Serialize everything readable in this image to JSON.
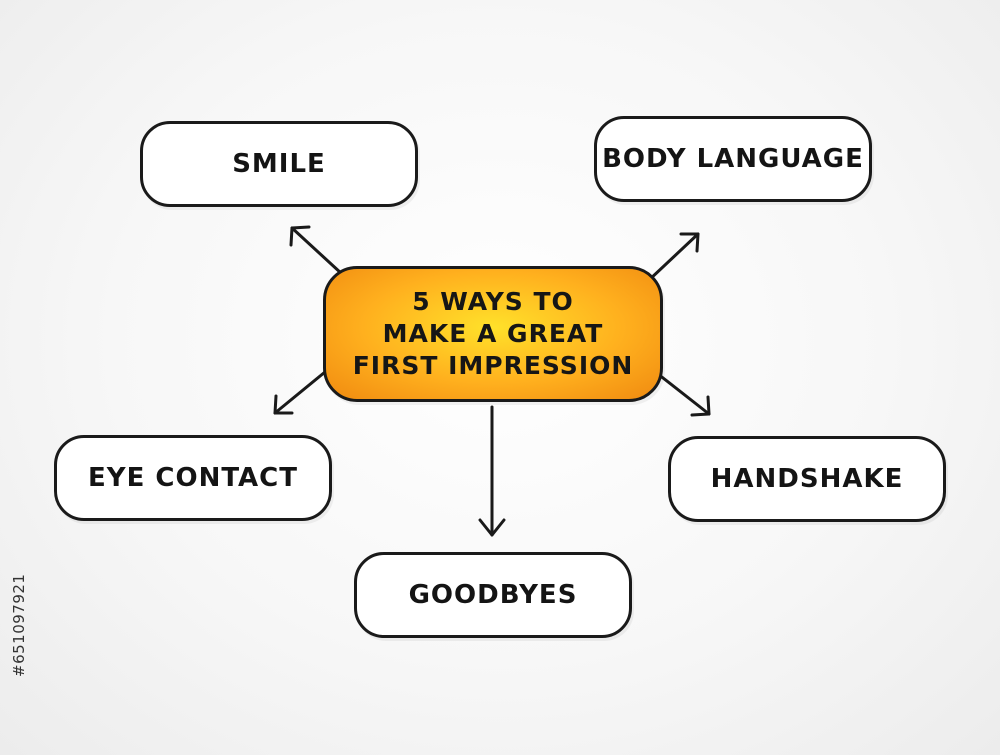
{
  "center": {
    "lines": [
      "5 WAYS TO",
      "MAKE A GREAT",
      "FIRST IMPRESSION"
    ],
    "fill_colors": [
      "#ffe12a",
      "#ffb01e",
      "#f08a10"
    ]
  },
  "nodes": {
    "smile": "SMILE",
    "body_language": "BODY LANGUAGE",
    "eye_contact": "EYE CONTACT",
    "handshake": "HANDSHAKE",
    "goodbyes": "GOODBYES"
  },
  "stock_id": "#651097921",
  "colors": {
    "outline": "#1a1a1a",
    "node_fill": "#ffffff"
  }
}
